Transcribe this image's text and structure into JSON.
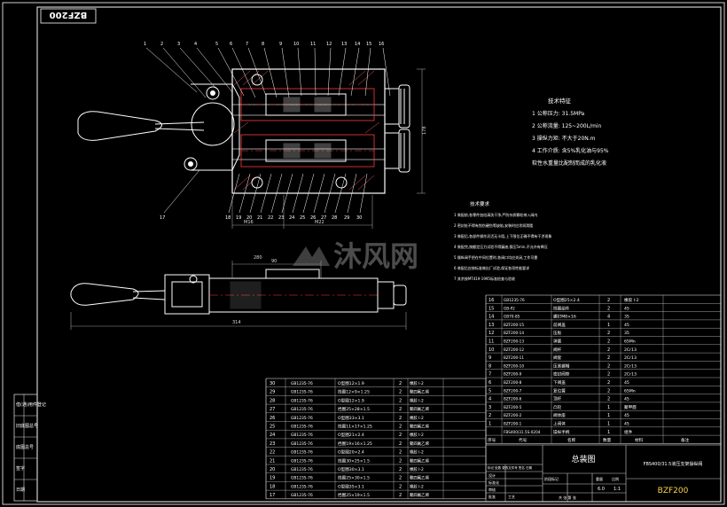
{
  "drawing": {
    "code_stamp": "BZF200",
    "code_bottom": "BZF200",
    "view_title": "总装图",
    "subtitle": "FBS400/31.5液压支架操纵阀"
  },
  "tech_features": {
    "title": "技术特征",
    "lines": [
      "1 公称压力: 31.5MPa",
      "2 公称流量: 125~200L/min",
      "3 操纵力矩: 不大于20N.m",
      "4 工作介质: 含5%乳化油与95%",
      "   软性水重量比配制而成的乳化液"
    ]
  },
  "tech_req": {
    "title": "技术要求",
    "lines": [
      "1 装配前,各零件加倍清洗干净,严防杂质颗粒带入阀内",
      "2 密封处不得有划伤硬伤等缺陷,安装时应涂润滑脂",
      "3 装配后,各部件操作灵活无卡阻,上下限位正确不得有干涉现象",
      "4 装配完,按额定压力试验不得漏液,保压5min,不允许有降压",
      "5 操纵阀手把在中间位置时,各阀口均应关闭,工作可靠",
      "6 装配后应按标准做出厂试验,保证各项性能要求",
      "7 其余按MT419-1995标准检查与验收"
    ]
  },
  "watermark": {
    "text": "沐风网"
  },
  "bom_right": [
    {
      "no": "16",
      "code": "GB1235-76",
      "name": "O型圈25×2.4",
      "qty": "2",
      "mat": "橡胶 I-2"
    },
    {
      "no": "15",
      "code": "GB-P2",
      "name": "挡圈组件",
      "qty": "2",
      "mat": "45"
    },
    {
      "no": "14",
      "code": "GB70-85",
      "name": "螺钉M8×16",
      "qty": "4",
      "mat": "35"
    },
    {
      "no": "13",
      "code": "BZF200-15",
      "name": "前阀盖",
      "qty": "1",
      "mat": "45"
    },
    {
      "no": "12",
      "code": "BZF200-14",
      "name": "压板",
      "qty": "2",
      "mat": "35"
    },
    {
      "no": "11",
      "code": "BZF200-13",
      "name": "弹簧",
      "qty": "2",
      "mat": "65Mn"
    },
    {
      "no": "10",
      "code": "BZF200-12",
      "name": "阀杆",
      "qty": "2",
      "mat": "2Cr13"
    },
    {
      "no": "9",
      "code": "BZF200-11",
      "name": "阀套",
      "qty": "2",
      "mat": "2Cr13"
    },
    {
      "no": "8",
      "code": "BZF200-10",
      "name": "压紧螺帽",
      "qty": "2",
      "mat": "2Cr13"
    },
    {
      "no": "7",
      "code": "BZF200-9",
      "name": "密封阀垫",
      "qty": "2",
      "mat": "2Cr13"
    },
    {
      "no": "6",
      "code": "BZF200-8",
      "name": "下阀盖",
      "qty": "2",
      "mat": "45"
    },
    {
      "no": "5",
      "code": "BZF200-7",
      "name": "复位簧",
      "qty": "2",
      "mat": "65Mn"
    },
    {
      "no": "4",
      "code": "BZF200-6",
      "name": "顶杆",
      "qty": "2",
      "mat": "45"
    },
    {
      "no": "3",
      "code": "BZF200-5",
      "name": "凸轮",
      "qty": "1",
      "mat": "聚甲醛"
    },
    {
      "no": "2",
      "code": "BZF200-2",
      "name": "阀体座",
      "qty": "1",
      "mat": "45"
    },
    {
      "no": "1",
      "code": "BZF200-1",
      "name": "上阀体",
      "qty": "1",
      "mat": "45"
    },
    {
      "no": "",
      "code": "FBS400/31.5S-0204",
      "name": "操纵手柄",
      "qty": "1",
      "mat": "组件"
    }
  ],
  "bom_header": {
    "no": "序号",
    "code": "代号",
    "name": "名称",
    "qty": "数量",
    "mat": "材料",
    "note": "备注"
  },
  "bom_left": [
    {
      "no": "30",
      "code": "GB1235-76",
      "name": "O型圈12×1.9",
      "qty": "2",
      "mat": "橡胶 I-2"
    },
    {
      "no": "29",
      "code": "GB1235-76",
      "name": "挡圈12×9×1.25",
      "qty": "2",
      "mat": "聚四氟乙烯"
    },
    {
      "no": "28",
      "code": "GB1235-76",
      "name": "O型圈12×1.9",
      "qty": "2",
      "mat": "橡胶 I-2"
    },
    {
      "no": "27",
      "code": "GB1235-76",
      "name": "挡圈25×28×1.5",
      "qty": "2",
      "mat": "聚四氟乙烯"
    },
    {
      "no": "26",
      "code": "GB1235-76",
      "name": "O型圈33×3.1",
      "qty": "2",
      "mat": "橡胶 I-2"
    },
    {
      "no": "25",
      "code": "GB1235-76",
      "name": "挡圈11×17×1.25",
      "qty": "2",
      "mat": "聚四氟乙烯"
    },
    {
      "no": "24",
      "code": "GB1235-76",
      "name": "O型圈21×2.4",
      "qty": "2",
      "mat": "橡胶 I-2"
    },
    {
      "no": "23",
      "code": "GB1235-76",
      "name": "挡圈19×16×1.25",
      "qty": "2",
      "mat": "聚四氟乙烯"
    },
    {
      "no": "22",
      "code": "GB1235-76",
      "name": "O型圈20×2.4",
      "qty": "2",
      "mat": "橡胶 I-2"
    },
    {
      "no": "21",
      "code": "GB1235-76",
      "name": "挡圈30×25×1.5",
      "qty": "2",
      "mat": "聚四氟乙烯"
    },
    {
      "no": "20",
      "code": "GB1235-76",
      "name": "O型圈30×3.1",
      "qty": "2",
      "mat": "橡胶 I-2"
    },
    {
      "no": "19",
      "code": "GB1235-76",
      "name": "挡圈25×30×1.5",
      "qty": "2",
      "mat": "聚四氟乙烯"
    },
    {
      "no": "18",
      "code": "GB1235-76",
      "name": "O型圈35×3.1",
      "qty": "2",
      "mat": "橡胶 I-2"
    },
    {
      "no": "17",
      "code": "GB1235-76",
      "name": "挡圈25×19×1.5",
      "qty": "2",
      "mat": "聚四氟乙烯"
    }
  ],
  "title_block": {
    "scale": "1:1",
    "weight": "6.0",
    "stage_label": "阶段标记",
    "weight_label": "重量",
    "scale_label": "比例",
    "sheet": "共  张  第  张",
    "design_label": "设计",
    "check_label": "审核",
    "process_label": "工艺",
    "approve_label": "批准",
    "std_label": "标准化",
    "marks": "标记 处数 更改文件号 签名 日期"
  },
  "left_strip": [
    "借(通)用件登记",
    "旧底图总号",
    "底图总号",
    "签字",
    "日期"
  ],
  "dims": [
    "280",
    "90",
    "178",
    "314",
    "M16",
    "M22"
  ],
  "part_numbers_top": [
    "1",
    "2",
    "3",
    "4",
    "5",
    "6",
    "7",
    "8",
    "9",
    "10",
    "11",
    "12",
    "13",
    "14",
    "15",
    "16"
  ],
  "part_numbers_bottom": [
    "17",
    "18",
    "19",
    "20",
    "21",
    "22",
    "23",
    "24",
    "25",
    "26",
    "27",
    "28",
    "29",
    "30"
  ],
  "colors": {
    "bg": "#000000",
    "line": "#ffffff",
    "accent": "#ffd34d",
    "red": "#ff3a3a",
    "gray": "#9a9a9a"
  }
}
